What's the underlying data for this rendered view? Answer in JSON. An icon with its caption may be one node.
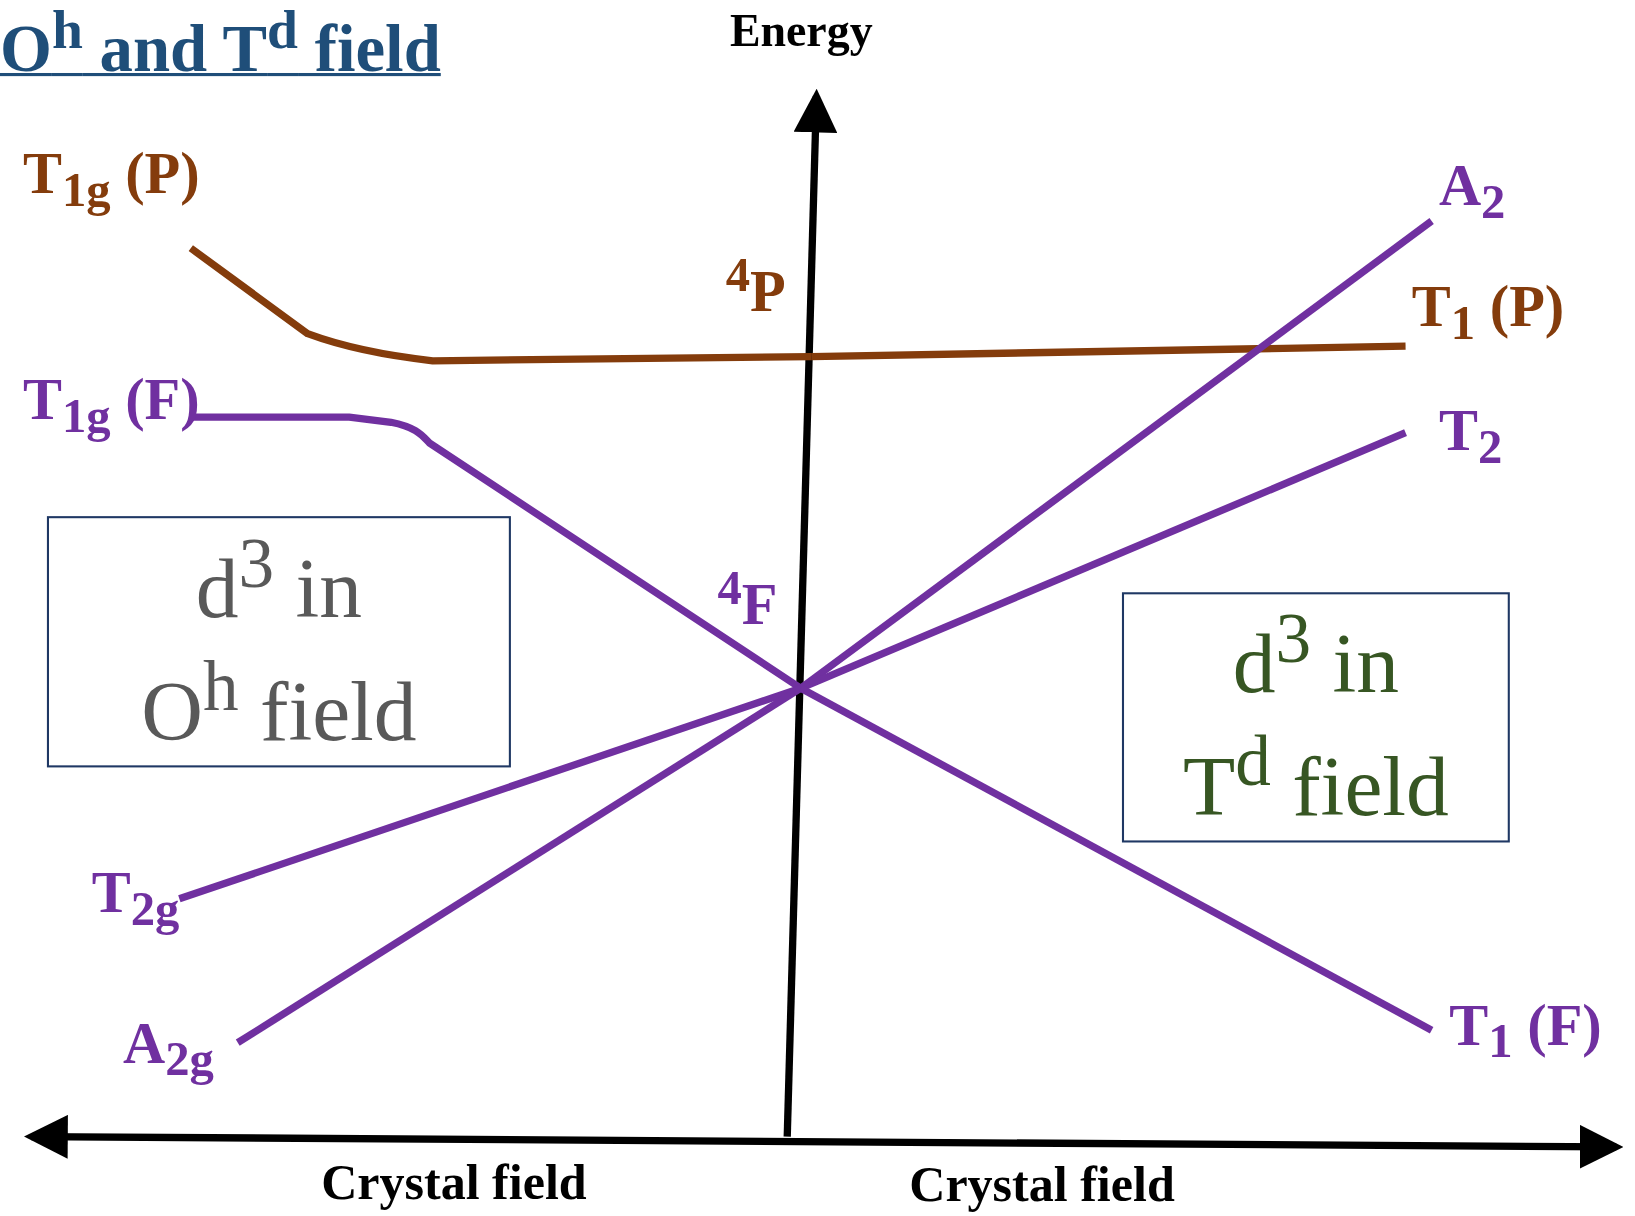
{
  "diagram": {
    "title": "O$^{h}$ and T$^{d}$ field",
    "nodes": [
      {
        "text": [
          "T$_{1g}$ (P)"
        ]
      },
      {
        "text": [
          "$^{4}$P"
        ]
      },
      {
        "text": [
          "T$_{1}$ (P)"
        ]
      },
      {
        "text": [
          "T$_{1g}$ (F)"
        ]
      },
      {
        "text": [
          "$^{4}$F"
        ]
      },
      {
        "text": [
          "A$_{2}$"
        ]
      },
      {
        "text": [
          "T$_{2}$"
        ]
      },
      {
        "text": [
          "T$_{2g}$"
        ]
      },
      {
        "text": [
          "A$_{2g}$"
        ]
      },
      {
        "text": [
          "T$_{1}$ (F)"
        ]
      },
      {
        "text": [
          "d$^{3}$ in O$^{h}$ field"
        ]
      },
      {
        "text": [
          "d$^{3}$ in T$^{d}$ field"
        ]
      }
    ],
    "edges": [
      {
        "from": 1,
        "to": 0,
        "arrow": "none",
        "color": "#843c0c"
      },
      {
        "from": 1,
        "to": 2,
        "arrow": "none",
        "color": "#843c0c"
      },
      {
        "from": 4,
        "to": 3,
        "arrow": "none"
      },
      {
        "from": 4,
        "to": 5,
        "arrow": "none"
      },
      {
        "from": 4,
        "to": 6,
        "arrow": "none"
      },
      {
        "from": 4,
        "to": 7,
        "arrow": "none"
      },
      {
        "from": 4,
        "to": 8,
        "arrow": "none"
      },
      {
        "from": 4,
        "to": 9,
        "arrow": "none"
      }
    ],
    "labels": [
      "Energy",
      "Crystal field",
      "Crystal field"
    ]
  }
}
